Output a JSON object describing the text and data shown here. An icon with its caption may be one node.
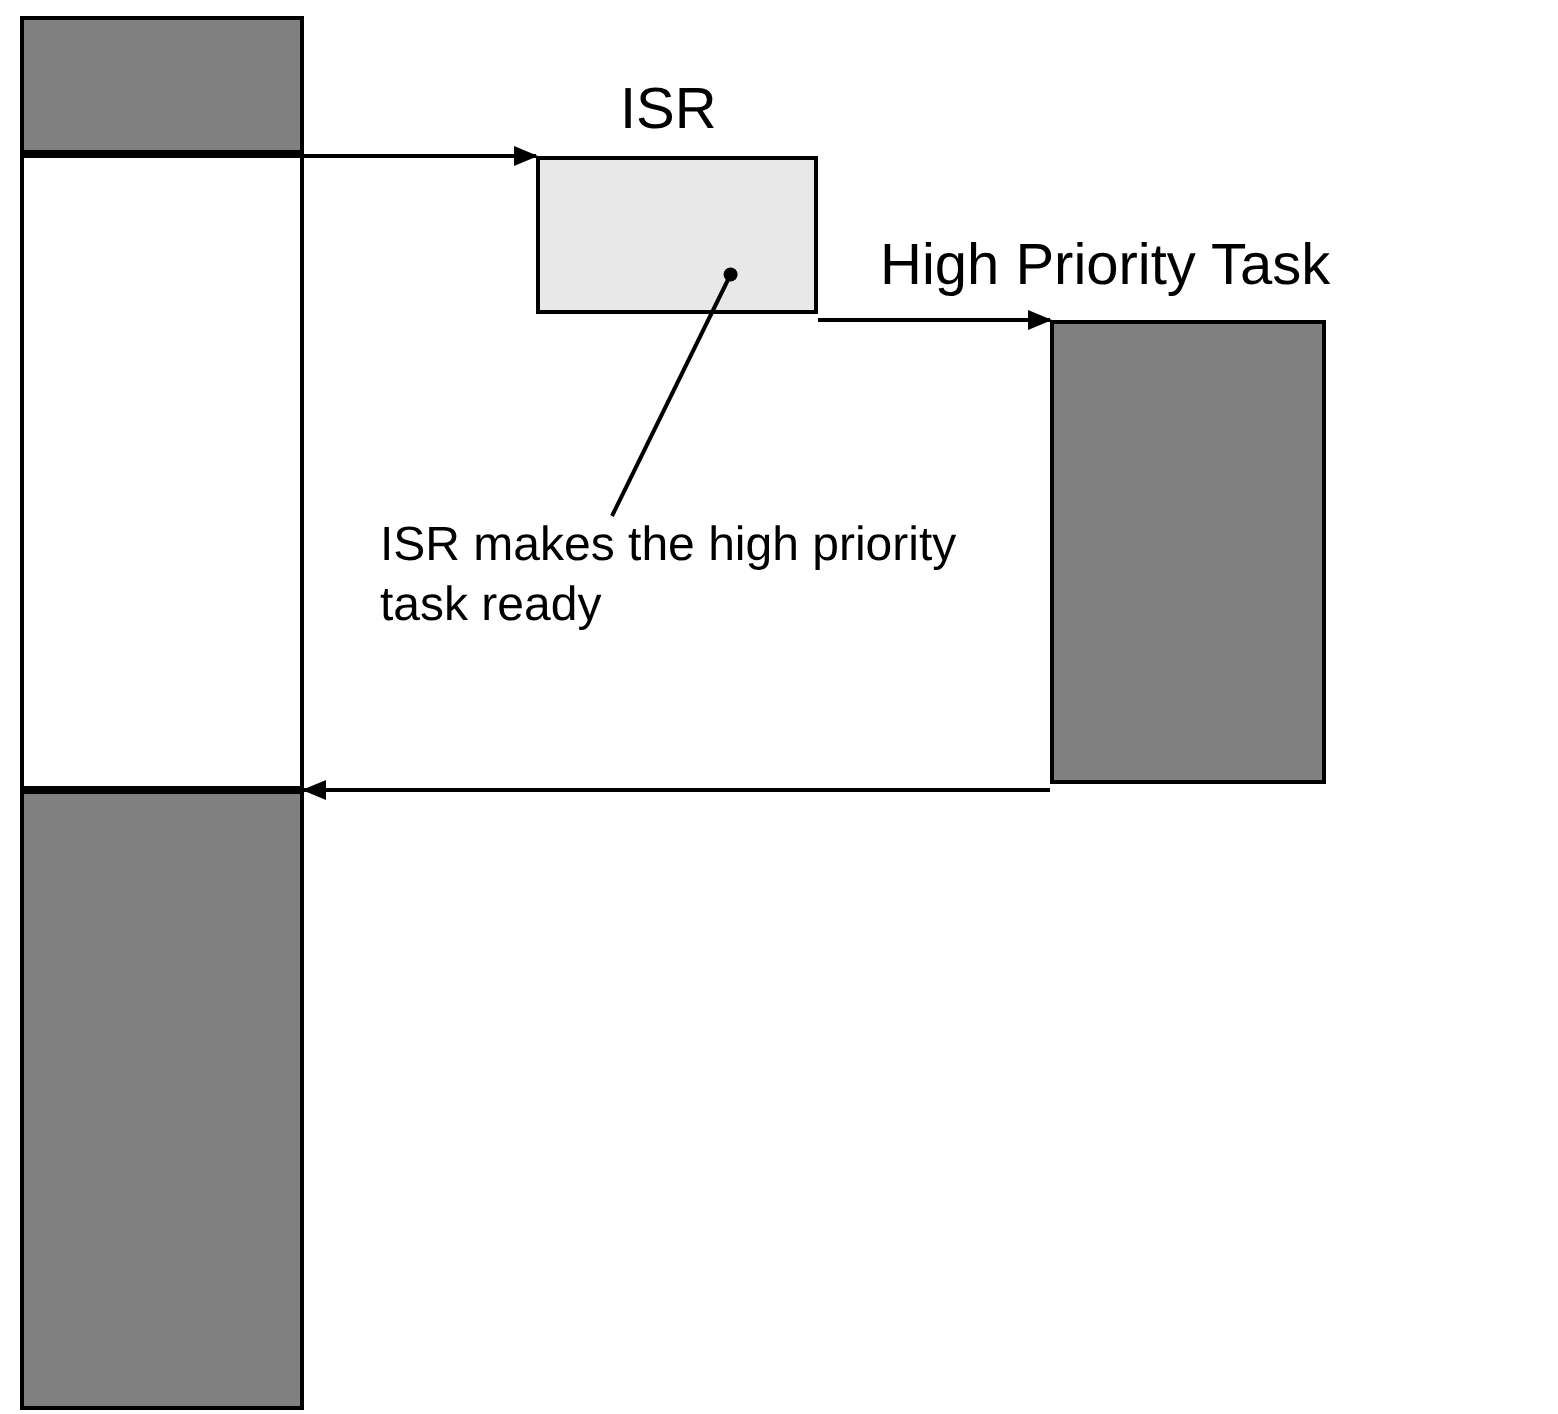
{
  "diagram": {
    "nodes": [
      {
        "text": [],
        "shape": "bar"
      },
      {
        "text": [],
        "shape": "bar"
      },
      {
        "text": [],
        "shape": "bar"
      },
      {
        "text": [
          "ISR"
        ]
      },
      {
        "text": [
          "High Priority Task"
        ]
      },
      {
        "text": [
          "ISR makes the high priority task ready"
        ]
      }
    ],
    "edges": [
      {
        "from": 1,
        "to": 3,
        "arrow": "to"
      },
      {
        "from": 3,
        "to": 4,
        "arrow": "to"
      },
      {
        "from": 4,
        "to": 1,
        "arrow": "to"
      },
      {
        "from": 5,
        "to": 3,
        "arrow": "other"
      }
    ]
  }
}
